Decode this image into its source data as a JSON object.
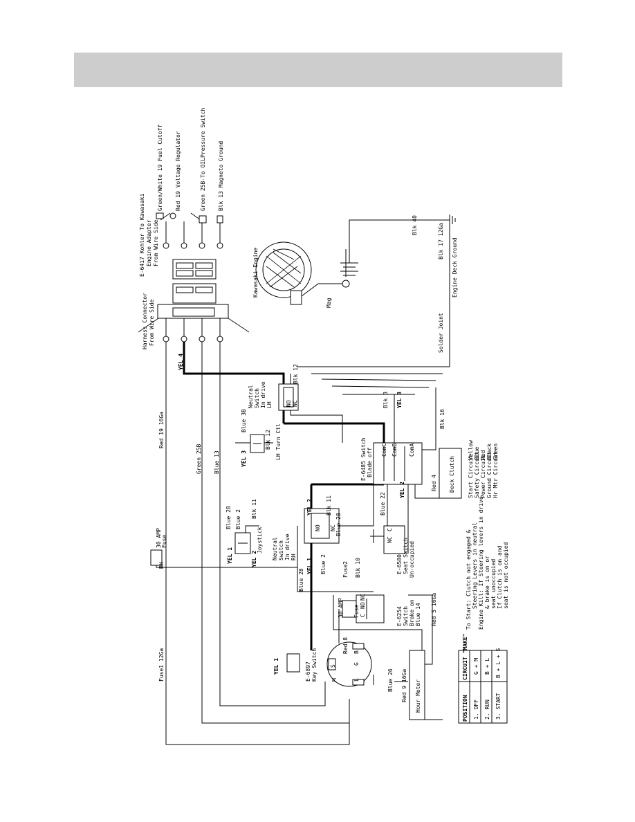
{
  "connector_labels": {
    "harness_connector": "Harness Connector",
    "harness_from": "From Wire Side",
    "kohler_adapter": "E-6417 Kohler To Kawasaki",
    "engine_adapter": "Engine Adapter",
    "adapter_from": "From Wire Side"
  },
  "engine_outputs": [
    "Green/White 19 Fuel Cutoff",
    "Red 19 Voltage Regulator",
    "Green 25B-To OILPressure Switch",
    "Blk 13 Magneto Ground"
  ],
  "engine": {
    "label": "Kawasaki Engine",
    "mag_label": "Mag"
  },
  "wires": {
    "red_19": "Red 19 16Ga",
    "green_25b": "Green 25B",
    "blue_13": "Blue 13",
    "yel_4": "YEL 4",
    "blk_12": "Blk 12",
    "blk_40": "Blk 40",
    "blk_17": "Blk 17 12Ga",
    "engine_deck_ground": "Engine Deck Ground",
    "solder_joint": "Solder Joint",
    "blk_3": "Blk 3",
    "yel_3": "YEL 3",
    "blk_16": "Blk 16",
    "red_4": "Red 4",
    "fuse1": "Fuse1 12Ga",
    "rh": "RH",
    "amp30": "30 AMP",
    "fuse": "Fuse",
    "blue_28": "Blue 28",
    "blue_2": "Blue 2",
    "blk_11": "Blk 11",
    "yel_1": "YEL 1",
    "yel_2": "YEL 2",
    "yel_3b": "YEL 3",
    "blue_3b": "Blue 3B",
    "blk_12b": "Blk 12",
    "fuse2": "Fuse2",
    "blk_10": "Blk 10",
    "blue_22": "Blue 22",
    "red_5": "Red 5 16Ga",
    "red_8": "Red 8",
    "blue_26": "Blue 26",
    "red_9": "Red 9 16Ga"
  },
  "switches": {
    "neutral_lh": [
      "Neutral",
      "Switch",
      "In drive",
      "LH"
    ],
    "neutral_rh": [
      "Neutral",
      "Switch",
      "In drive",
      "RH"
    ],
    "lh_turn": "LH Turn Ctl",
    "joystick": "Joystick",
    "pto": [
      "E-6485 Switch",
      "Blade off"
    ],
    "seat": [
      "E-6580",
      "Seat Switch",
      "Un-occupied"
    ],
    "brake": [
      "E-6254",
      "Switch",
      "Brake on",
      "Blue 14"
    ],
    "key": [
      "E-6897",
      "Key Switch"
    ],
    "key_yel": "YEL 1",
    "hour_meter": "Hour Meter",
    "deck_clutch": "Deck Clutch",
    "terminals": {
      "no": "NO",
      "nc": "NC",
      "c": "C",
      "com_a": "ComA",
      "com_b": "ComB",
      "com_c": "ComC",
      "b": "B",
      "s": "S",
      "g": "G",
      "m": "M",
      "l": "L"
    }
  },
  "notes": {
    "to_start": "To Start: Clutch not engaged &",
    "to_start_2": "Steering Levers in neutral",
    "engine_kill": "Engine Kill: If Steering levers in drive",
    "engine_kill_2": "& brake is on or",
    "engine_kill_3": "seat unoccupied",
    "engine_kill_4": "If Clutch is on and",
    "engine_kill_5": "seat is not occupied"
  },
  "circuit_legend": [
    {
      "name": "Start Circuit",
      "color": "Yellow"
    },
    {
      "name": "Safety Circuit",
      "color": "Blue"
    },
    {
      "name": "Power Circuit",
      "color": "Red"
    },
    {
      "name": "Ground Circuit",
      "color": "Black"
    },
    {
      "name": "Hr Mtr Circuit",
      "color": "Green"
    }
  ],
  "position_table": {
    "headers": [
      "POSITION",
      "CIRCUIT \"MAKE\""
    ],
    "rows": [
      [
        "1. OFF",
        "G + M"
      ],
      [
        "2. RUN",
        "B + L"
      ],
      [
        "3. START",
        "B + L + S"
      ]
    ]
  }
}
